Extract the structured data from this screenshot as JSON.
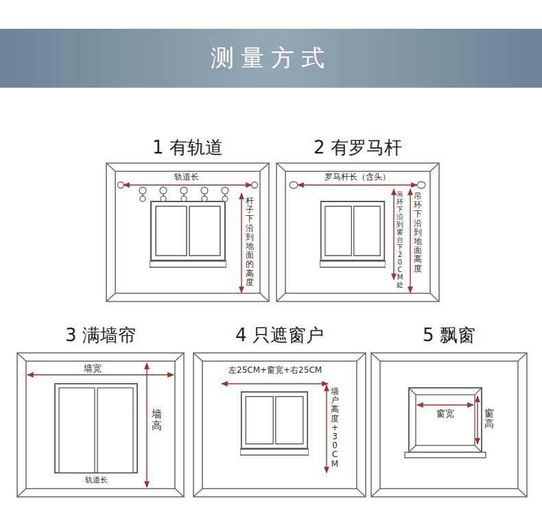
{
  "diagram": {
    "title": "测量方式",
    "nodes": [
      {
        "text": [
          "1 有轨道"
        ]
      },
      {
        "text": [
          "2 有罗马杆"
        ]
      },
      {
        "text": [
          "3 满墙帘"
        ]
      },
      {
        "text": [
          "4 只遮窗户"
        ]
      },
      {
        "text": [
          "5 飘窗"
        ]
      }
    ],
    "labels": [
      "轨道长",
      "杆子下沿到地面的高度",
      "罗马杆长（含头）",
      "吊环下沿到窗台下20CM处",
      "吊环下沿到地面高度",
      "墙宽",
      "墙高",
      "轨道长",
      "左25CM+窗宽+右25CM",
      "墙户高度+30CM",
      "窗宽",
      "窗高"
    ]
  }
}
